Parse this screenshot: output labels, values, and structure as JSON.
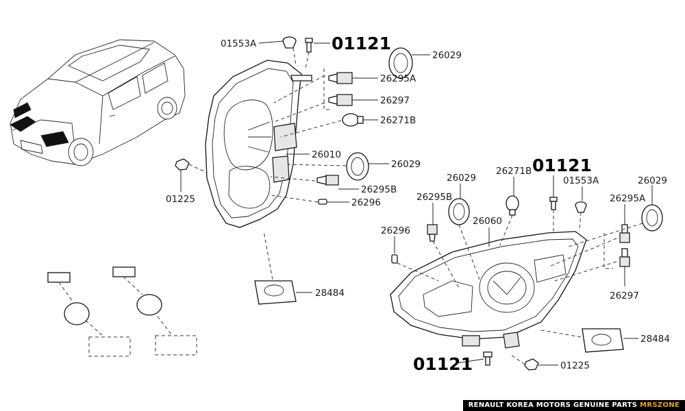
{
  "diagram": {
    "labels": {
      "l01553A_top": "01553A",
      "l01121_top": "01121",
      "l26029_top": "26029",
      "l26295A_top": "26295A",
      "l26297_top": "26297",
      "l26271B_top": "26271B",
      "l26010": "26010",
      "l26029_mid": "26029",
      "l01225_left": "01225",
      "l26295B_mid": "26295B",
      "l26296_mid": "26296",
      "l28484_left": "28484",
      "l01121_right": "01121",
      "l26029_r1": "26029",
      "l26271B_r": "26271B",
      "l01553A_r": "01553A",
      "l26029_r2": "26029",
      "l26295B_r": "26295B",
      "l26295A_r": "26295A",
      "l26060": "26060",
      "l26296_r": "26296",
      "l26297_r": "26297",
      "l28484_r": "28484",
      "l01121_bottom": "01121",
      "l01225_bottom": "01225"
    },
    "colors": {
      "line": "#222222",
      "accent": "#e8a317",
      "footer_bg": "#000000"
    }
  },
  "footer": {
    "brand": "RENAULT KOREA MOTORS GENUINE PARTS ",
    "site": "MRSZONE"
  }
}
